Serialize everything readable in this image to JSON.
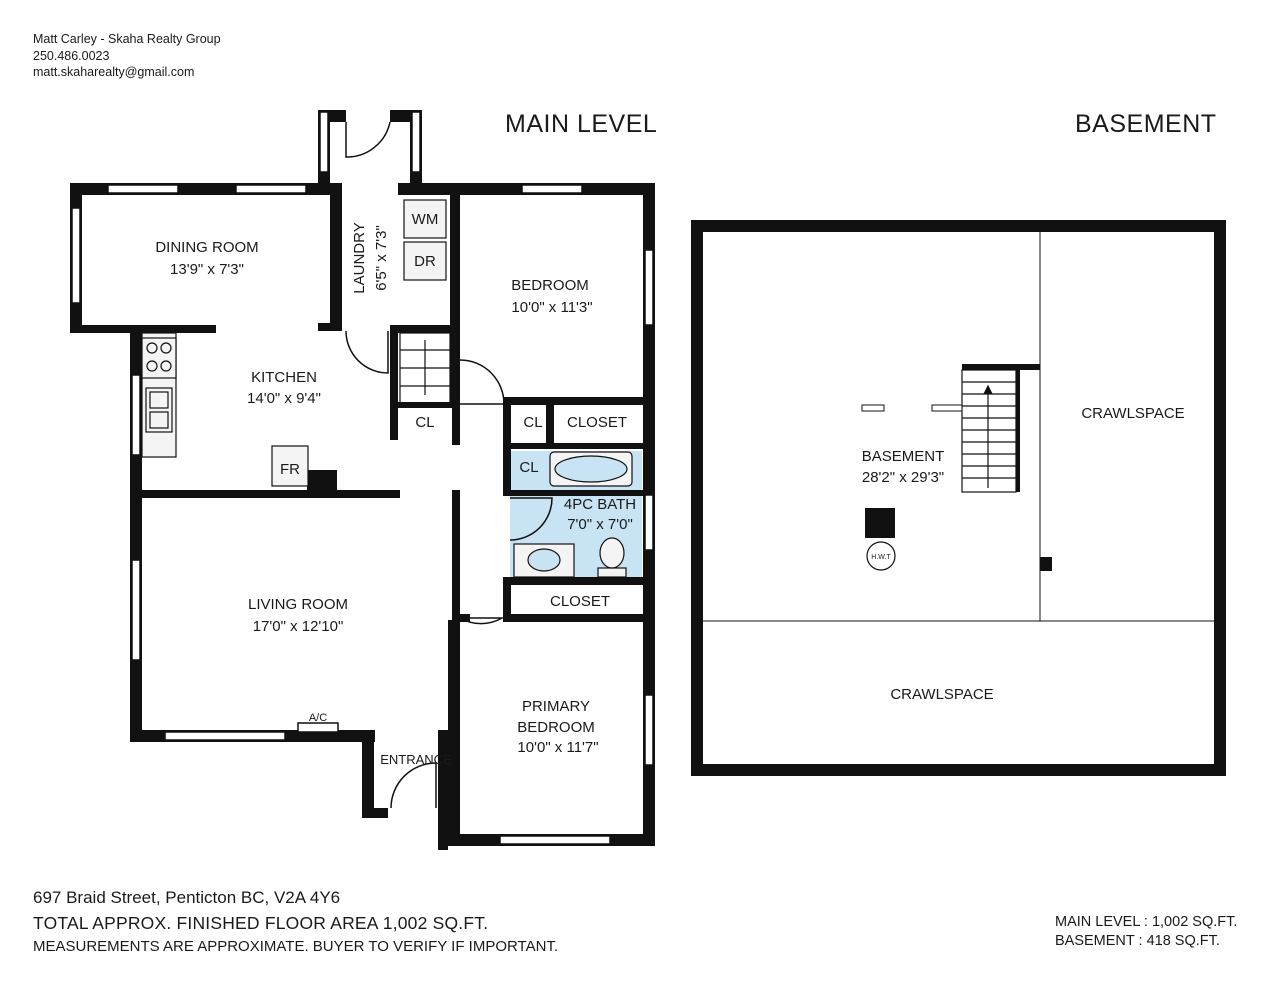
{
  "header": {
    "agent_name": "Matt Carley - Skaha Realty Group",
    "phone": "250.486.0023",
    "email": "matt.skaharealty@gmail.com"
  },
  "levels": {
    "main_title": "MAIN LEVEL",
    "basement_title": "BASEMENT"
  },
  "main_level_rooms": {
    "dining": {
      "name": "DINING ROOM",
      "dims": "13'9\" x 7'3\""
    },
    "laundry": {
      "name": "LAUNDRY",
      "dims": "6'5\" x 7'3\""
    },
    "washer": "WM",
    "dryer": "DR",
    "bedroom": {
      "name": "BEDROOM",
      "dims": "10'0\" x 11'3\""
    },
    "kitchen": {
      "name": "KITCHEN",
      "dims": "14'0\" x 9'4\""
    },
    "cl_1": "CL",
    "cl_2": "CL",
    "cl_3": "CL",
    "closet_1": "CLOSET",
    "closet_2": "CLOSET",
    "fridge": "FR",
    "bath": {
      "name": "4PC BATH",
      "dims": "7'0\" x 7'0\""
    },
    "living": {
      "name": "LIVING ROOM",
      "dims": "17'0\" x 12'10\""
    },
    "ac": "A/C",
    "entrance": "ENTRANCE",
    "primary": {
      "name_line1": "PRIMARY",
      "name_line2": "BEDROOM",
      "dims": "10'0\" x 11'7\""
    }
  },
  "basement_rooms": {
    "basement": {
      "name": "BASEMENT",
      "dims": "28'2\" x 29'3\""
    },
    "hwt": "H.W.T",
    "crawlspace_right": "CRAWLSPACE",
    "crawlspace_bottom": "CRAWLSPACE"
  },
  "footer": {
    "address": "697 Braid Street, Penticton BC, V2A 4Y6",
    "total_area": "TOTAL APPROX. FINISHED FLOOR AREA 1,002 SQ.FT.",
    "disclaimer": "MEASUREMENTS ARE APPROXIMATE. BUYER TO VERIFY IF IMPORTANT.",
    "main_area": "MAIN LEVEL : 1,002 SQ.FT.",
    "basement_area": "BASEMENT : 418 SQ.FT."
  },
  "colors": {
    "wall": "#111111",
    "bath_fill": "#c8e4f4",
    "fixture_fill": "#f4f4f4"
  }
}
